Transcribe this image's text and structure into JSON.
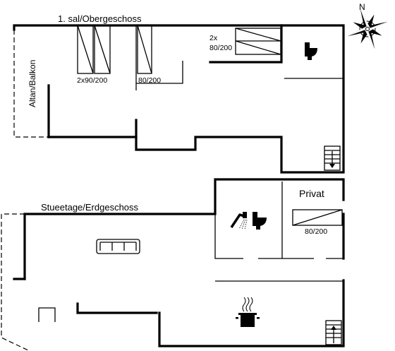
{
  "upper_floor": {
    "title": "1. sal/Obergeschoss",
    "balcony_label": "Altan/Balkon",
    "beds_twin_label": "2x90/200",
    "bed_single_label": "80/200",
    "beds_double_label_line1": "2x",
    "beds_double_label_line2": "80/200"
  },
  "ground_floor": {
    "title": "Stueetage/Erdgeschoss",
    "private_label": "Privat",
    "bed_private_label": "80/200"
  },
  "compass": {
    "north_label": "N"
  },
  "icons": [
    "compass-rose-icon",
    "toilet-icon",
    "shower-icon",
    "sofa-icon",
    "cooking-pot-icon",
    "stairs-icon",
    "table-icon"
  ],
  "colors": {
    "walls": "#000000",
    "background": "#ffffff"
  }
}
